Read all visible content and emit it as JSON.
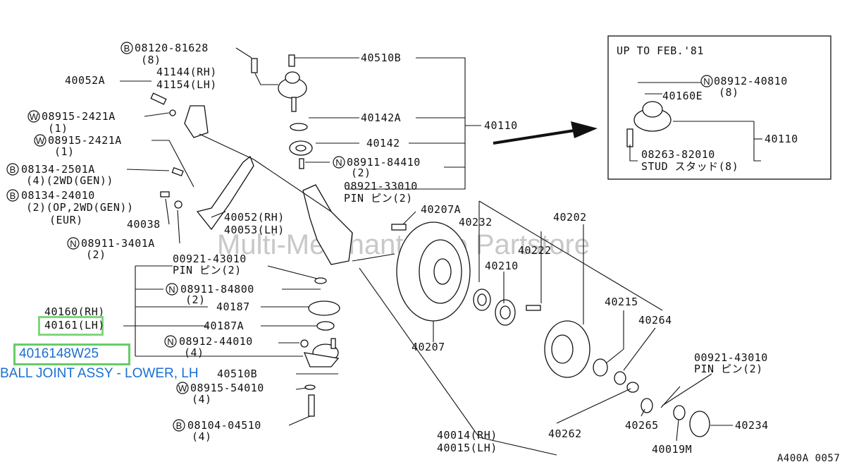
{
  "inset": {
    "title": "UP TO FEB.'81",
    "n_code": "08912-40810",
    "n_qty": "(8)",
    "part_a": "40160E",
    "part_b": "40110",
    "stud_code": "08263-82010",
    "stud_desc": "STUD スタッド(8)"
  },
  "labels": {
    "b1": "08120-81628",
    "b1q": "(8)",
    "p40510b": "40510B",
    "p41144": "41144(RH)",
    "p41154": "41154(LH)",
    "p40052a": "40052A",
    "w1": "08915-2421A",
    "w1q": "(1)",
    "w2": "08915-2421A",
    "w2q": "(1)",
    "b2": "08134-2501A",
    "b2q": "(4)(2WD(GEN))",
    "b3": "08134-24010",
    "b3q": "(2)(OP,2WD(GEN))",
    "b3r": "(EUR)",
    "p40038": "40038",
    "n1": "08911-3401A",
    "n1q": "(2)",
    "p40142a": "40142A",
    "p40142": "40142",
    "p40110": "40110",
    "n2": "08911-84410",
    "n2q": "(2)",
    "pin1": "08921-33010",
    "pin1d": "PIN ピン(2)",
    "p40052rh": "40052(RH)",
    "p40053lh": "40053(LH)",
    "p40207a": "40207A",
    "p40232": "40232",
    "p40202": "40202",
    "p40222": "40222",
    "p40210": "40210",
    "p40215": "40215",
    "p40264": "40264",
    "p40207": "40207",
    "pin2": "00921-43010",
    "pin2d": "PIN ピン(2)",
    "n3": "08911-84800",
    "n3q": "(2)",
    "p40160": "40160(RH)",
    "p40161": "40161(LH)",
    "p40187": "40187",
    "p40187a": "40187A",
    "n4": "08912-44010",
    "n4q": "(4)",
    "p40510b2": "40510B",
    "w3": "08915-54010",
    "w3q": "(4)",
    "b4": "08104-04510",
    "b4q": "(4)",
    "pin3": "00921-43010",
    "pin3d": "PIN ピン(2)",
    "p40014": "40014(RH)",
    "p40015": "40015(LH)",
    "p40262": "40262",
    "p40265": "40265",
    "p40234": "40234",
    "p40019m": "40019M",
    "ref": "A400A 0057"
  },
  "markers": {
    "B": "B",
    "W": "W",
    "N": "N"
  },
  "watermark": "Multi-Merchant Auto Partstore",
  "highlight": {
    "part_number": "4016148W25",
    "description": "BALL JOINT ASSY - LOWER, LH"
  },
  "colors": {
    "highlight_border": "#66cc66",
    "link_text": "#1a6fd1"
  }
}
